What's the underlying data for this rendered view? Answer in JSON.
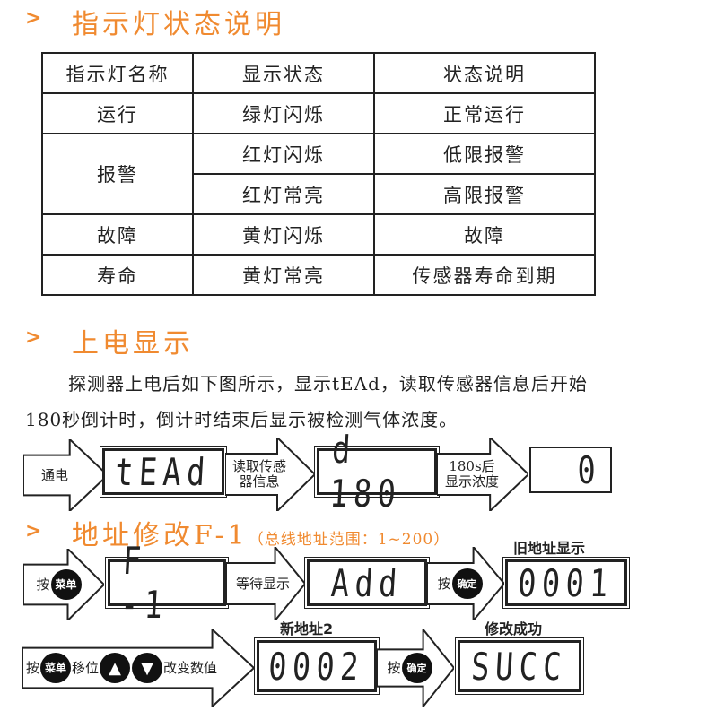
{
  "section1": {
    "title": "指示灯状态说明"
  },
  "table": {
    "headers": [
      "指示灯名称",
      "显示状态",
      "状态说明"
    ],
    "rows": [
      {
        "name": "运行",
        "state": "绿灯闪烁",
        "desc": "正常运行"
      },
      {
        "name": "报警",
        "state": "红灯闪烁",
        "desc": "低限报警"
      },
      {
        "name": "",
        "state": "红灯常亮",
        "desc": "高限报警"
      },
      {
        "name": "故障",
        "state": "黄灯闪烁",
        "desc": "故障"
      },
      {
        "name": "寿命",
        "state": "黄灯常亮",
        "desc": "传感器寿命到期"
      }
    ]
  },
  "section2": {
    "title": "上电显示",
    "line1": "探测器上电后如下图所示，显示tEAd，读取传感器信息后开始",
    "line2": "180秒倒计时，倒计时结束后显示被检测气体浓度。"
  },
  "flow1": {
    "a1": "通电",
    "d1": "tEAd",
    "a2a": "读取传感",
    "a2b": "器信息",
    "d2": "d 180",
    "a3a": "180s后",
    "a3b": "显示浓度",
    "d3": "0"
  },
  "section3": {
    "title": "地址修改F-1",
    "note": "（总线地址范围：1~200）"
  },
  "flow2": {
    "press": "按",
    "menu": "菜单",
    "d1": "F -1",
    "wait": "等待显示",
    "d2": "Add",
    "confirm": "确定",
    "old_caption": "旧地址显示",
    "d3": "0001"
  },
  "flow3": {
    "press": "按",
    "menu": "菜单",
    "shift": "移位",
    "up": "▲",
    "down": "▼",
    "change": "改变数值",
    "new_caption": "新地址2",
    "d1": "0002",
    "confirm": "确定",
    "ok_caption": "修改成功",
    "d2": "SUCC"
  },
  "colors": {
    "accent": "#f08a30"
  }
}
